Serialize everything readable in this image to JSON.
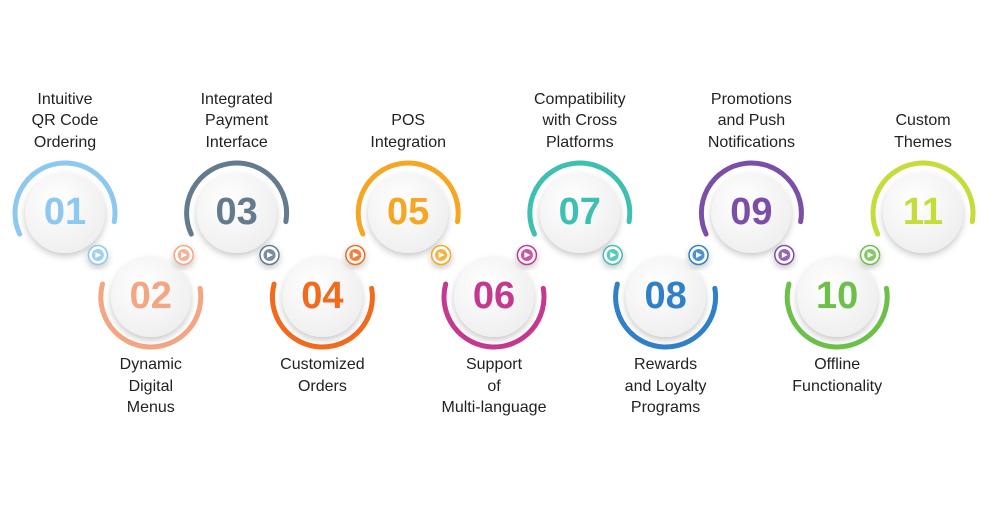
{
  "steps": [
    {
      "number": "01",
      "lines": [
        "Intuitive",
        "QR Code",
        "Ordering"
      ],
      "color": "#8cc8f0"
    },
    {
      "number": "02",
      "lines": [
        "Dynamic",
        "Digital",
        "Menus"
      ],
      "color": "#f4a582"
    },
    {
      "number": "03",
      "lines": [
        "Integrated",
        "Payment",
        "Interface"
      ],
      "color": "#637a8f"
    },
    {
      "number": "04",
      "lines": [
        "Customized",
        "Orders"
      ],
      "color": "#f26a1b"
    },
    {
      "number": "05",
      "lines": [
        "POS",
        "Integration"
      ],
      "color": "#f5a623"
    },
    {
      "number": "06",
      "lines": [
        "Support",
        "of",
        "Multi-language"
      ],
      "color": "#c4388f"
    },
    {
      "number": "07",
      "lines": [
        "Compatibility",
        "with Cross",
        "Platforms"
      ],
      "color": "#3fbfb0"
    },
    {
      "number": "08",
      "lines": [
        "Rewards",
        "and Loyalty",
        "Programs"
      ],
      "color": "#2f80c9"
    },
    {
      "number": "09",
      "lines": [
        "Promotions",
        "and Push",
        "Notifications"
      ],
      "color": "#7b4fa8"
    },
    {
      "number": "10",
      "lines": [
        "Offline",
        "Functionality"
      ],
      "color": "#6cc04a"
    },
    {
      "number": "11",
      "lines": [
        "Custom",
        "Themes"
      ],
      "color": "#c5dc3a"
    }
  ]
}
